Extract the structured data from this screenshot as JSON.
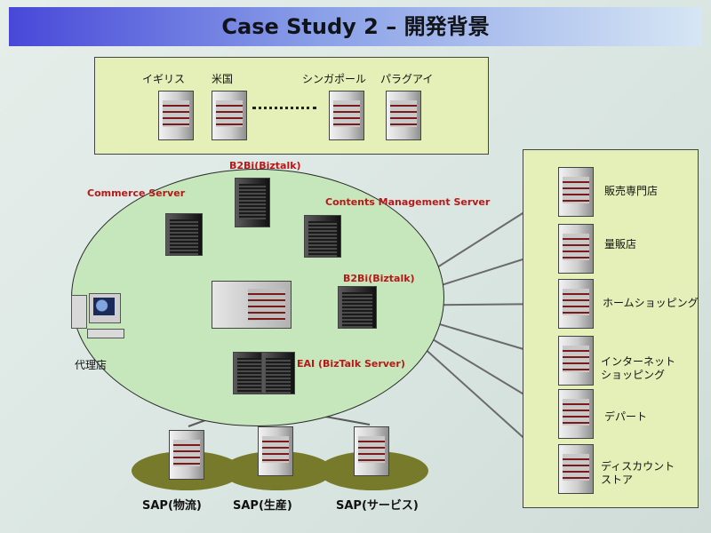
{
  "title": "Case Study 2 – 開発背景",
  "countries": [
    "イギリス",
    "米国",
    "シンガポール",
    "パラグアイ"
  ],
  "servers": {
    "b2bi_top": "B2Bi(Biztalk)",
    "commerce": "Commerce Server",
    "contents": "Contents Management Server",
    "b2bi_right": "B2Bi(Biztalk)",
    "eai": "EAI (BizTalk Server)"
  },
  "agent": "代理店",
  "sap": [
    "SAP(物流)",
    "SAP(生産)",
    "SAP(サービス)"
  ],
  "channels": [
    "販売専門店",
    "量販店",
    "ホームショッピング",
    "インターネット\nショッピング",
    "デパート",
    "ディスカウント\nストア"
  ]
}
